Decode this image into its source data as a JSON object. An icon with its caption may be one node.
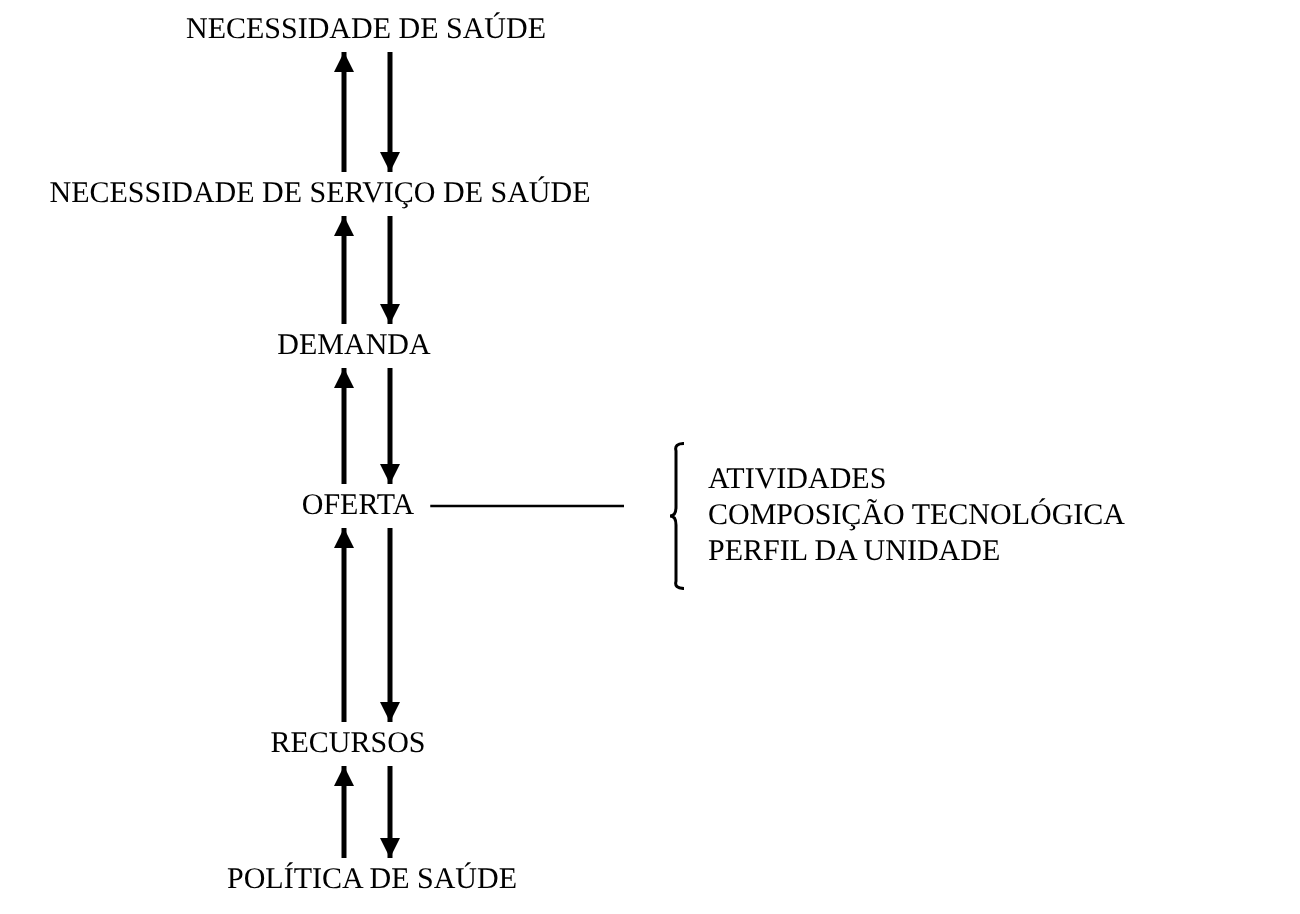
{
  "diagram": {
    "nodes": [
      {
        "text": [
          "NECESSIDADE DE SAÚDE"
        ]
      },
      {
        "text": [
          "NECESSIDADE DE SERVIÇO DE SAÚDE"
        ]
      },
      {
        "text": [
          "DEMANDA"
        ]
      },
      {
        "text": [
          "OFERTA"
        ]
      },
      {
        "text": [
          "RECURSOS"
        ]
      },
      {
        "text": [
          "POLÍTICA DE SAÚDE"
        ]
      },
      {
        "text": [
          "ATIVIDADES",
          "COMPOSIÇÃO TECNOLÓGICA",
          "PERFIL DA UNIDADE"
        ]
      }
    ],
    "edges": [
      {
        "from": 1,
        "to": 0,
        "arrow": "to"
      },
      {
        "from": 0,
        "to": 1,
        "arrow": "to"
      },
      {
        "from": 2,
        "to": 1,
        "arrow": "to"
      },
      {
        "from": 1,
        "to": 2,
        "arrow": "to"
      },
      {
        "from": 3,
        "to": 2,
        "arrow": "to"
      },
      {
        "from": 2,
        "to": 3,
        "arrow": "to"
      },
      {
        "from": 4,
        "to": 3,
        "arrow": "to"
      },
      {
        "from": 3,
        "to": 4,
        "arrow": "to"
      },
      {
        "from": 5,
        "to": 4,
        "arrow": "to"
      },
      {
        "from": 4,
        "to": 5,
        "arrow": "to"
      },
      {
        "from": 3,
        "to": 6,
        "arrow": "none"
      }
    ]
  }
}
